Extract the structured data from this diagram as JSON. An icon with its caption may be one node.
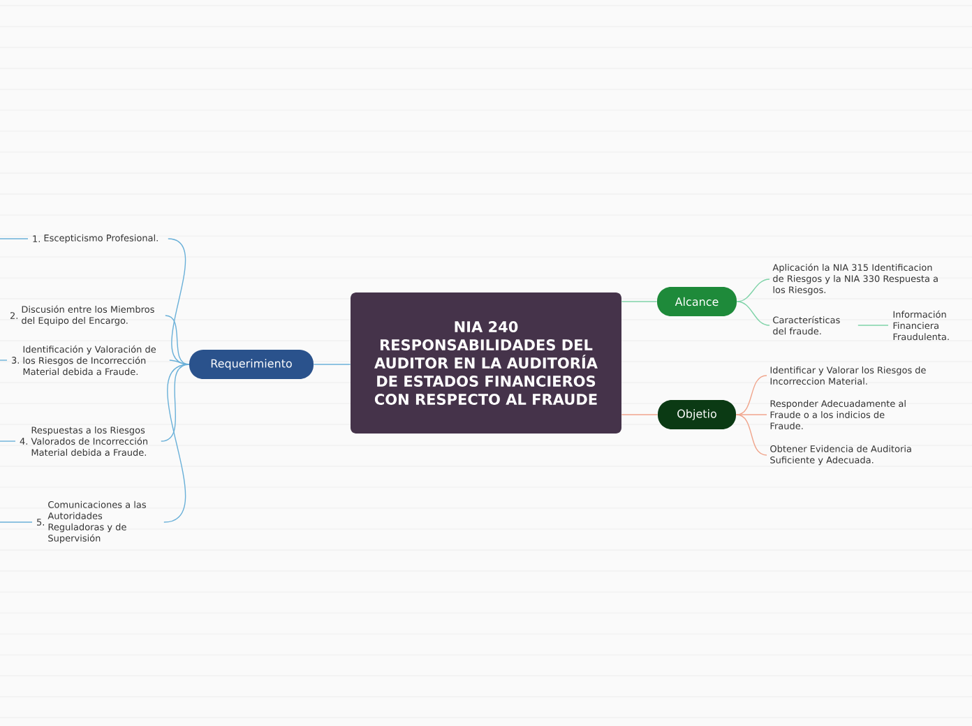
{
  "diagram": {
    "nodes": [
      {
        "text": [
          "NIA 240 RESPONSABILIDADES DEL AUDITOR EN LA AUDITORÍA DE ESTADOS FINANCIEROS CON RESPECTO AL FRAUDE"
        ]
      },
      {
        "text": [
          "Requerimiento"
        ]
      },
      {
        "text": [
          "1.",
          "Escepticismo Profesional."
        ]
      },
      {
        "text": [
          "2.",
          "Discusión entre los Miembros del Equipo del Encargo."
        ]
      },
      {
        "text": [
          "3.",
          "Identificación y Valoración de los Riesgos de Incorrección Material debida a Fraude."
        ]
      },
      {
        "text": [
          "4.",
          "Respuestas a los Riesgos Valorados de Incorrección Material debida a Fraude."
        ]
      },
      {
        "text": [
          "5.",
          "Comunicaciones a las Autoridades Reguladoras y de Supervisión"
        ]
      },
      {
        "text": [
          "Alcance"
        ]
      },
      {
        "text": [
          "Aplicación la NIA 315 Identificacion de Riesgos y la NIA 330 Respuesta a los Riesgos."
        ]
      },
      {
        "text": [
          "Características del fraude."
        ]
      },
      {
        "text": [
          "Información Financiera Fraudulenta."
        ]
      },
      {
        "text": [
          "Objetio"
        ]
      },
      {
        "text": [
          "Identificar y Valorar los Riesgos de Incorreccion Material."
        ]
      },
      {
        "text": [
          "Responder Adecuadamente al Fraude o a los indicios de Fraude."
        ]
      },
      {
        "text": [
          "Obtener Evidencia de Auditoria Suficiente y Adecuada."
        ]
      }
    ],
    "edges": [
      {
        "from": 0,
        "to": 1,
        "arrow": "none"
      },
      {
        "from": 1,
        "to": 2,
        "arrow": "none"
      },
      {
        "from": 1,
        "to": 3,
        "arrow": "none"
      },
      {
        "from": 1,
        "to": 4,
        "arrow": "none"
      },
      {
        "from": 1,
        "to": 5,
        "arrow": "none"
      },
      {
        "from": 1,
        "to": 6,
        "arrow": "none"
      },
      {
        "from": 2,
        "to": null,
        "arrow": "none"
      },
      {
        "from": 4,
        "to": null,
        "arrow": "none"
      },
      {
        "from": 5,
        "to": null,
        "arrow": "none"
      },
      {
        "from": 6,
        "to": null,
        "arrow": "none"
      },
      {
        "from": 0,
        "to": 7,
        "arrow": "none",
        "color": "#7fd3a8"
      },
      {
        "from": 7,
        "to": 8,
        "arrow": "none",
        "color": "#7fd3a8"
      },
      {
        "from": 7,
        "to": 9,
        "arrow": "none",
        "color": "#7fd3a8"
      },
      {
        "from": 9,
        "to": 10,
        "arrow": "none",
        "color": "#7fd3a8"
      },
      {
        "from": 0,
        "to": 11,
        "arrow": "none",
        "color": "#f0a58c"
      },
      {
        "from": 11,
        "to": 12,
        "arrow": "none",
        "color": "#f0a58c"
      },
      {
        "from": 11,
        "to": 13,
        "arrow": "none",
        "color": "#f0a58c"
      },
      {
        "from": 11,
        "to": 14,
        "arrow": "none",
        "color": "#f0a58c"
      }
    ]
  }
}
